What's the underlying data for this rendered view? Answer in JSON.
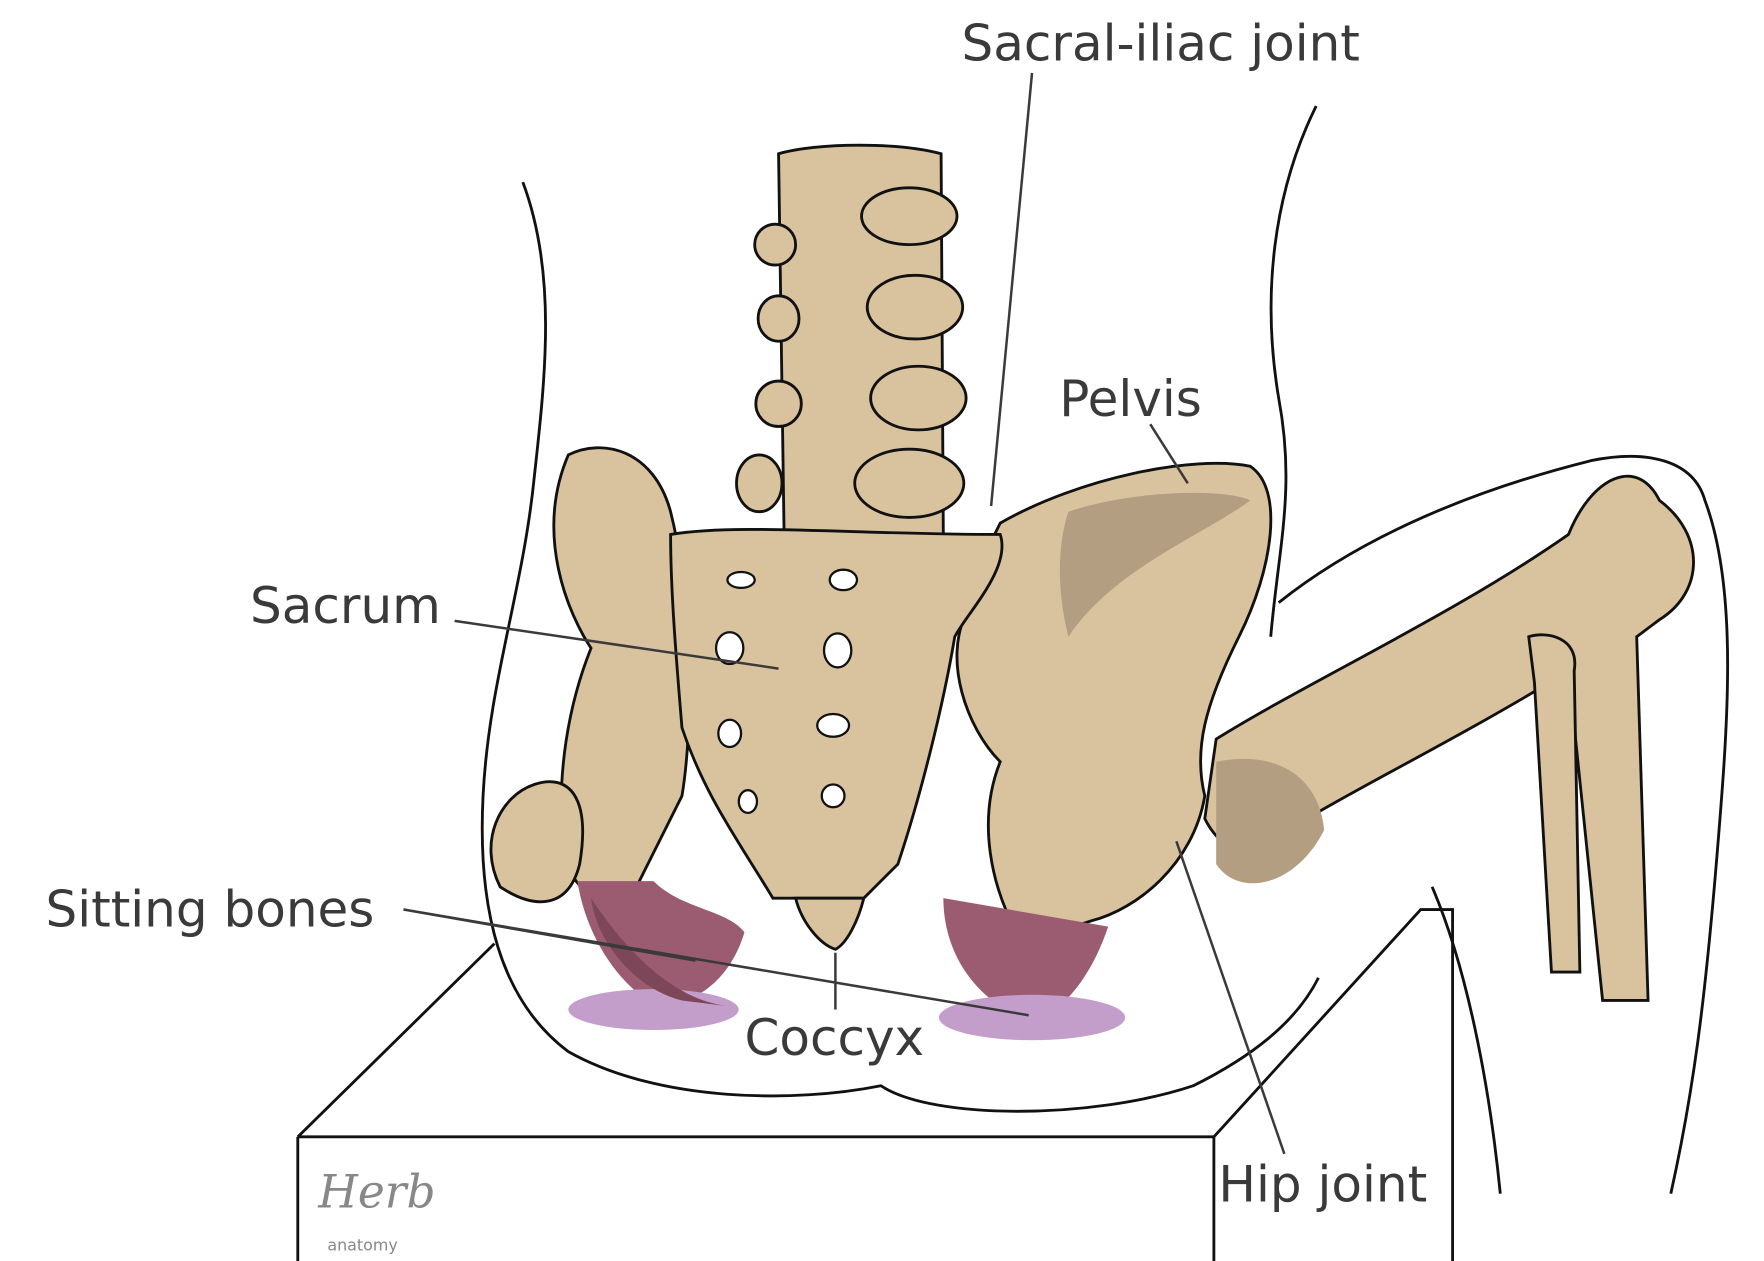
{
  "title": "Sitting anatomy: pelvis and sitting bones",
  "labels": {
    "sacral_iliac_joint": "Sacral-iliac joint",
    "pelvis": "Pelvis",
    "sacrum": "Sacrum",
    "sitting_bones": "Sitting bones",
    "coccyx": "Coccyx",
    "hip_joint": "Hip joint"
  },
  "watermark": {
    "line1": "Herb",
    "line2": "anatomy"
  },
  "colors": {
    "bone": "#d9c29e",
    "bone_shade": "#b39e82",
    "sitting_bone": "#9b5c72",
    "contact_pad": "#c49ecb"
  }
}
